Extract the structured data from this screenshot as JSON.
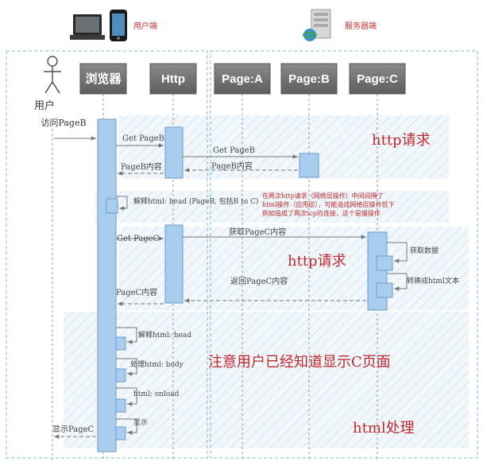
{
  "devices": {
    "client_label": "用户端",
    "server_label": "服务器端"
  },
  "actor": {
    "label": "用户",
    "action": "访问PageB"
  },
  "lifelines": [
    "浏览器",
    "Http",
    "Page:A",
    "Page:B",
    "Page:C"
  ],
  "messages": {
    "get_pageb": "Get PageB",
    "get_pageb_server": "Get PageB",
    "pageb_content": "PageB内容",
    "pageb_content_server": "PageB内容",
    "parse_html": "解释html: head (PageB, 包括B to C)",
    "get_pagec": "Get PageC",
    "fetch_pagec": "获取PageC内容",
    "fetch_data": "获取数据",
    "convert_html": "转换成html文本",
    "return_pagec": "返回PageC内容",
    "pagec_content": "PageC内容",
    "interpret_head": "解释html: head",
    "process_body": "处理html: body",
    "onload": "html: onload",
    "display": "显示",
    "display_pagec": "显示PageC"
  },
  "notes": {
    "http_request_1": "http请求",
    "http_request_2": "http请求",
    "slow_op_line1": "在两次http请求（网络层操作）中间间隔了",
    "slow_op_line2": "html操作（应用层），可能造成网络层操作低下",
    "slow_op_line3": "例如造成了两次tcp的连接，这个是慢操作",
    "user_knows": "注意用户已经知道显示C页面",
    "html_processing": "html处理"
  }
}
